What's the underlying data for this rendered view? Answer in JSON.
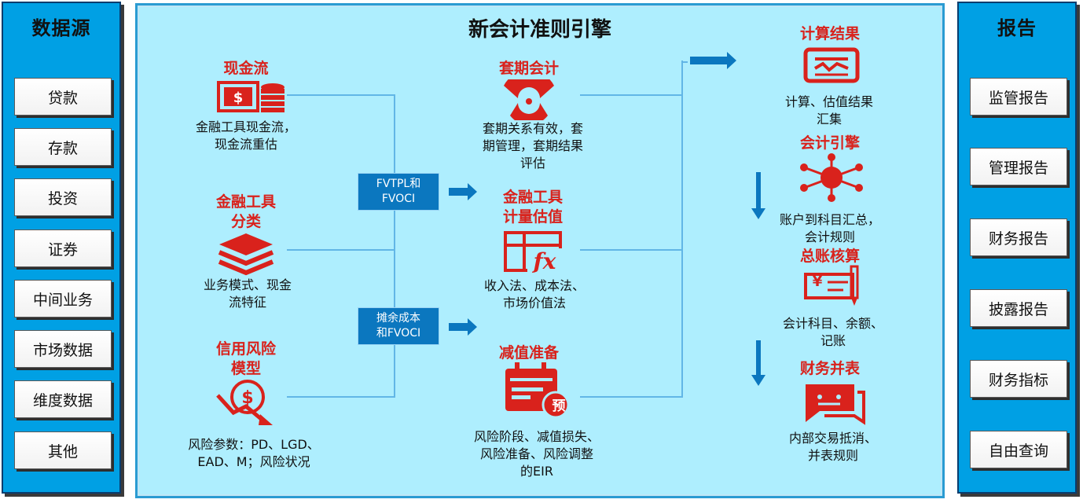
{
  "left_panel": {
    "title": "数据源",
    "items": [
      "贷款",
      "存款",
      "投资",
      "证券",
      "中间业务",
      "市场数据",
      "维度数据",
      "其他"
    ]
  },
  "right_panel": {
    "title": "报告",
    "items": [
      "监管报告",
      "管理报告",
      "财务报告",
      "披露报告",
      "财务指标",
      "自由查询"
    ]
  },
  "engine": {
    "title": "新会计准则引擎",
    "col1": [
      {
        "title": "现金流",
        "desc": [
          "金融工具现金流，",
          "现金流重估"
        ],
        "icon": "cash-flow-icon"
      },
      {
        "title_lines": [
          "金融工具",
          "分类"
        ],
        "desc": [
          "业务模式、现金",
          "流特征"
        ],
        "icon": "layers-icon"
      },
      {
        "title_lines": [
          "信用风险",
          "模型"
        ],
        "desc": [
          "风险参数：PD、LGD、",
          "EAD、M；风险状况"
        ],
        "icon": "credit-risk-icon"
      }
    ],
    "tags": [
      {
        "lines": [
          "FVTPL和",
          "FVOCI"
        ]
      },
      {
        "lines": [
          "摊余成本",
          "和FVOCI"
        ]
      }
    ],
    "col2": [
      {
        "title": "套期会计",
        "desc": [
          "套期关系有效，套",
          "期管理，套期结果",
          "评估"
        ],
        "icon": "hedge-icon"
      },
      {
        "title_lines": [
          "金融工具",
          "计量估值"
        ],
        "desc": [
          "收入法、成本法、",
          "市场价值法"
        ],
        "icon": "formula-fx-icon"
      },
      {
        "title": "减值准备",
        "desc": [
          "风险阶段、减值损失、",
          "风险准备、风险调整",
          "的EIR"
        ],
        "icon": "calendar-provision-icon",
        "badge": "预"
      }
    ],
    "col3": [
      {
        "title": "计算结果",
        "desc": [
          "计算、估值结果",
          "汇集"
        ],
        "icon": "result-document-icon"
      },
      {
        "title": "会计引擎",
        "desc": [
          "账户到科目汇总，",
          "会计规则"
        ],
        "icon": "engine-network-icon"
      },
      {
        "title": "总账核算",
        "desc": [
          "会计科目、余额、",
          "记账"
        ],
        "icon": "ledger-cheque-icon",
        "currency": "¥"
      },
      {
        "title": "财务并表",
        "desc": [
          "内部交易抵消、",
          "并表规则"
        ],
        "icon": "consolidation-chat-icon"
      }
    ]
  },
  "colors": {
    "side_bg": "#00a0e4",
    "center_bg": "#aeeefe",
    "accent_red": "#d9221c",
    "arrow_blue": "#0b77bf"
  }
}
